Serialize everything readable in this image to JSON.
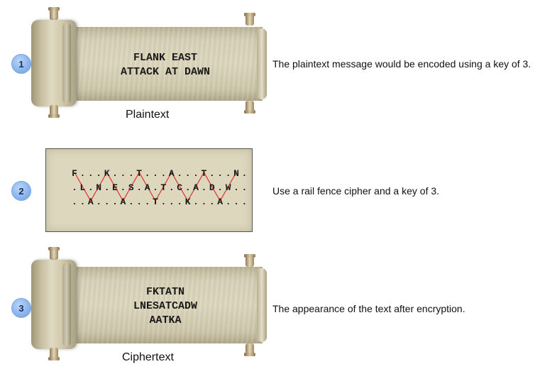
{
  "steps": [
    {
      "number": "1",
      "scroll_lines": [
        "FLANK EAST",
        "ATTACK AT DAWN"
      ],
      "caption": "Plaintext",
      "description": "The plaintext message would be encoded using a key of 3."
    },
    {
      "number": "2",
      "rails": [
        "F...K...T...A...T...N.",
        ".L.N.E.S.A.T.C.A.D.W..",
        "..A...A...T...K...A..."
      ],
      "description": "Use a rail fence cipher and a key of 3."
    },
    {
      "number": "3",
      "scroll_lines": [
        "FKTATN",
        "LNESATCADW",
        "AATKA"
      ],
      "caption": "Ciphertext",
      "description": "The appearance of the text after encryption."
    }
  ],
  "colors": {
    "badge": "#8cb6ee",
    "parchment": "#ddd7be",
    "zigzag": "#e0302a"
  }
}
